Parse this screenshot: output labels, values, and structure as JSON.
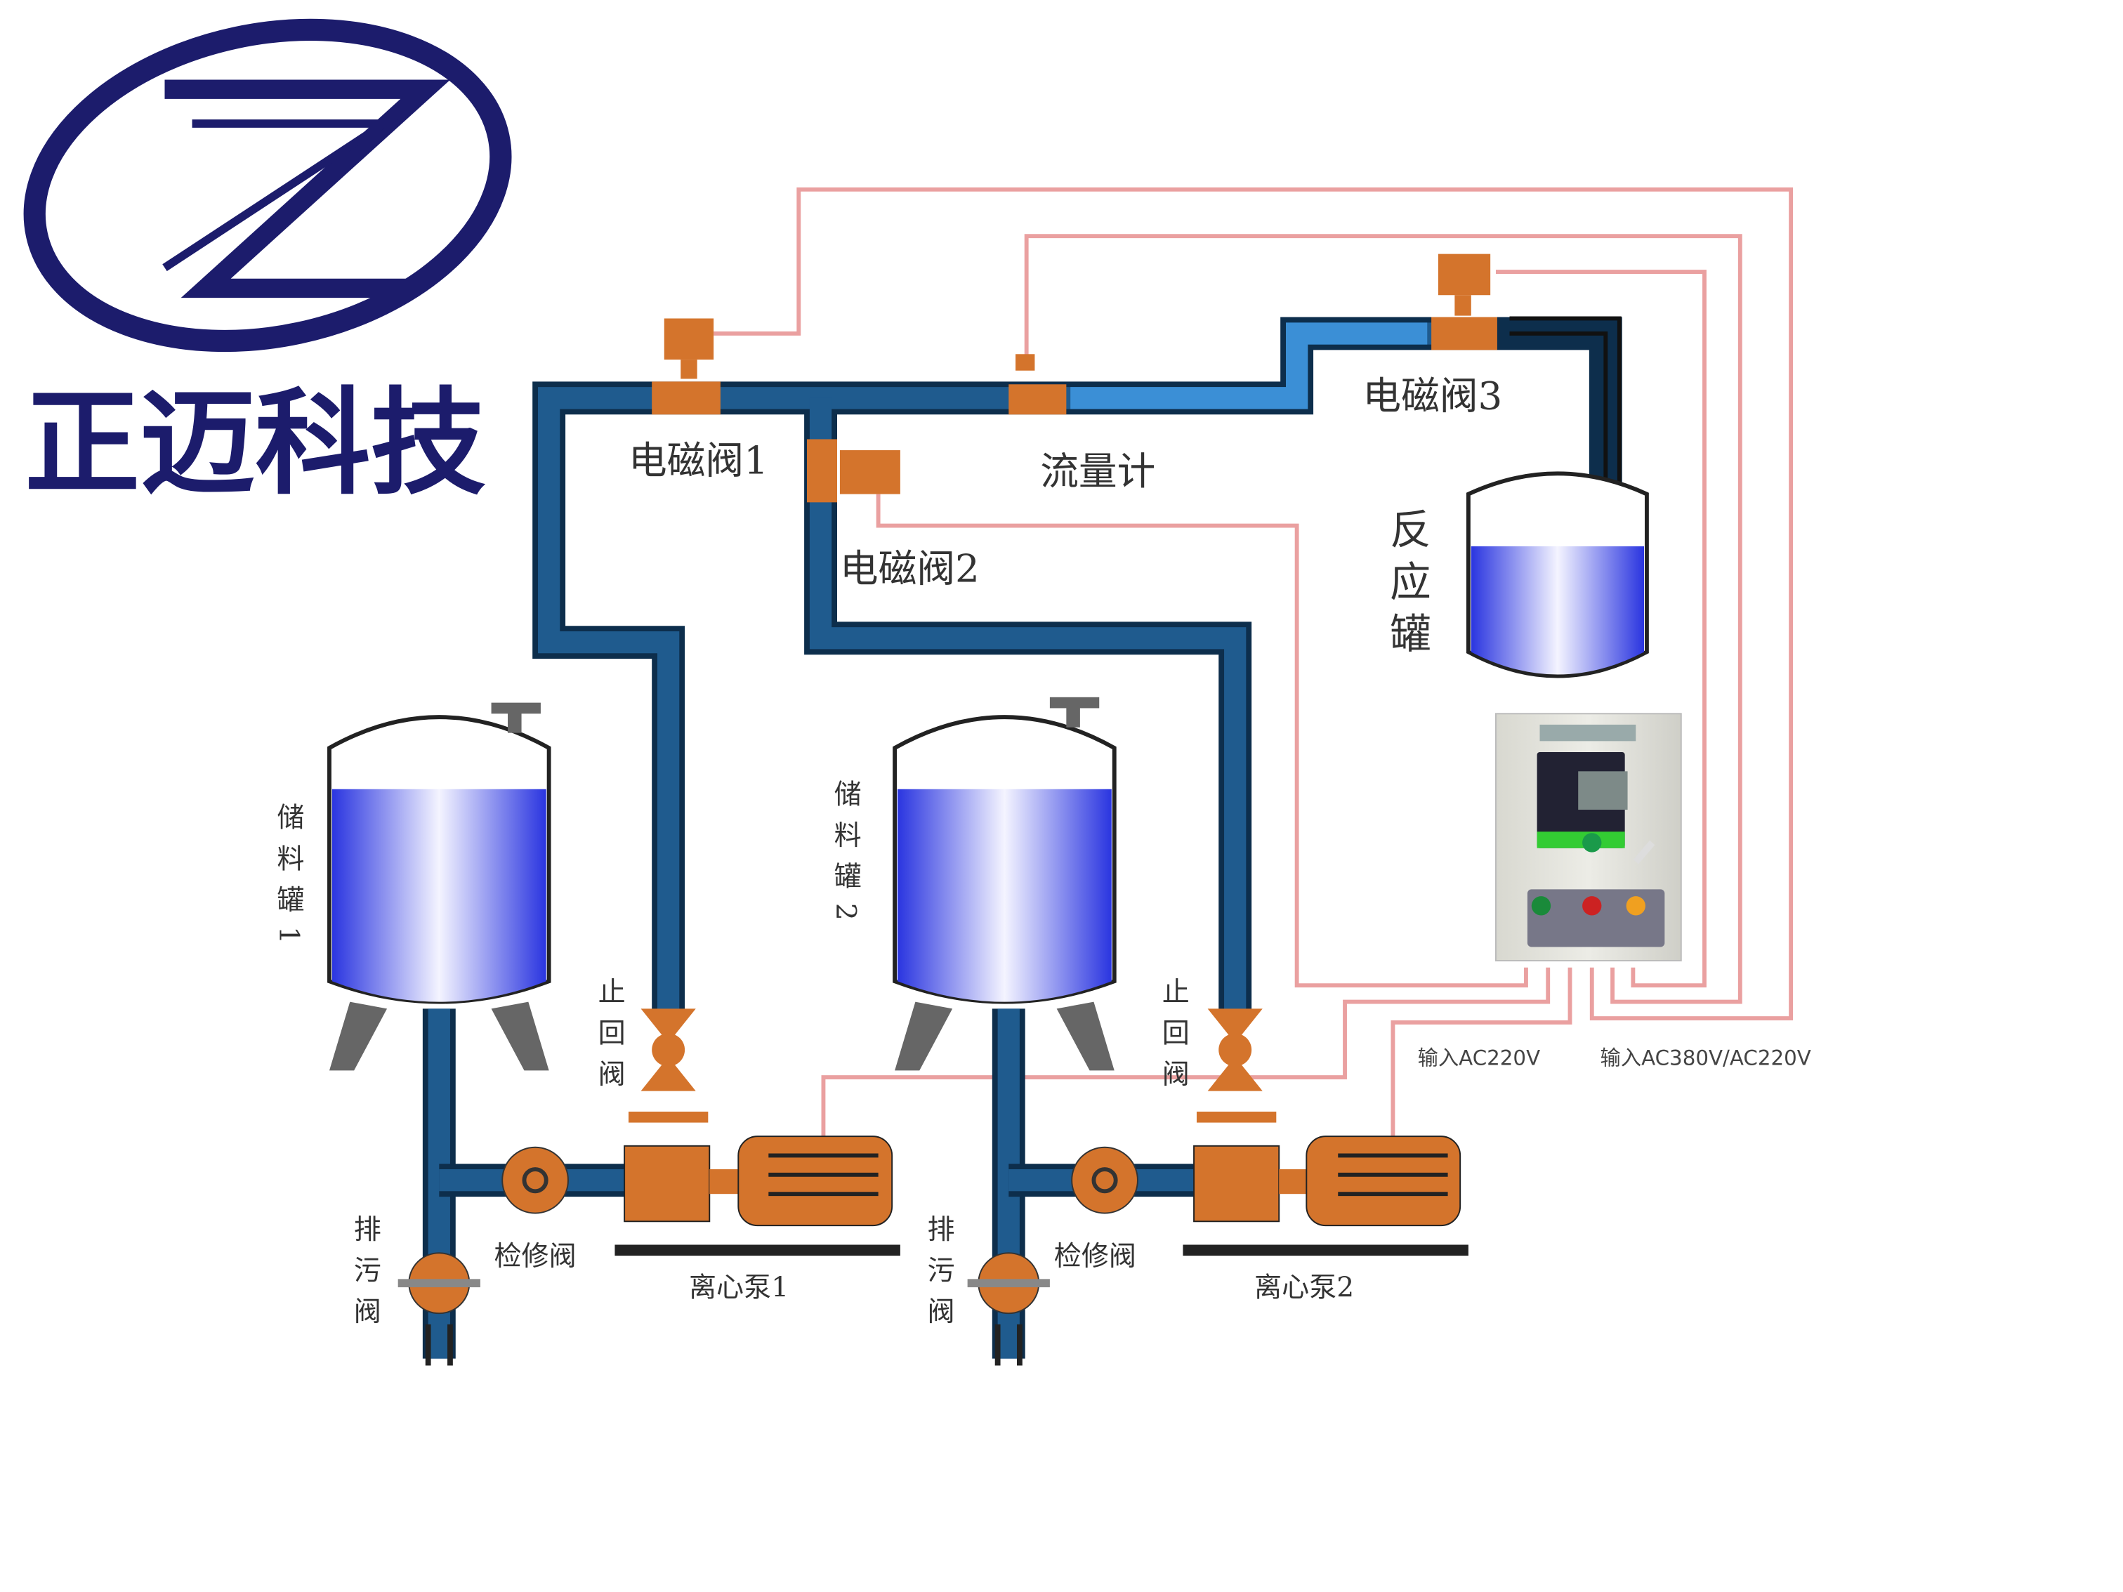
{
  "logo": {
    "text": "正迈科技"
  },
  "colors": {
    "navy": "#1c1c6c",
    "pipe": "#1f5b8e",
    "pipe_light": "#3b8fd6",
    "signal": "#eaa0a0",
    "orange": "#d4742c",
    "liquid": "#2f3fe0"
  },
  "labels": {
    "valve1": "电磁阀1",
    "valve2": "电磁阀2",
    "valve3": "电磁阀3",
    "flowmeter": "流量计",
    "reactor": "反应罐",
    "tank1": "储料罐1",
    "tank2": "储料罐2",
    "check_valve_1": "止回阀",
    "check_valve_2": "止回阀",
    "drain_valve_1": "排污阀",
    "drain_valve_2": "排污阀",
    "service_valve_1": "检修阀",
    "service_valve_2": "检修阀",
    "pump1": "离心泵1",
    "pump2": "离心泵2",
    "input_ac220": "输入AC220V",
    "input_ac380": "输入AC380V/AC220V"
  }
}
